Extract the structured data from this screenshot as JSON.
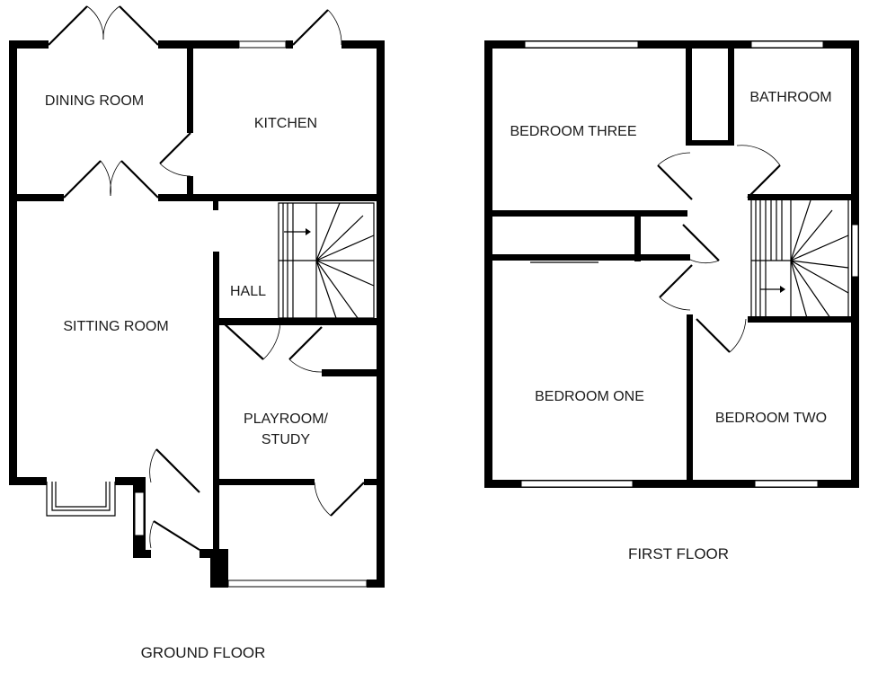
{
  "ground_floor": {
    "caption": "GROUND FLOOR",
    "rooms": {
      "dining_room": "DINING ROOM",
      "kitchen": "KITCHEN",
      "hall": "HALL",
      "sitting_room": "SITTING ROOM",
      "playroom_line1": "PLAYROOM/",
      "playroom_line2": "STUDY"
    }
  },
  "first_floor": {
    "caption": "FIRST FLOOR",
    "rooms": {
      "bedroom_three": "BEDROOM THREE",
      "bathroom": "BATHROOM",
      "bedroom_one": "BEDROOM ONE",
      "bedroom_two": "BEDROOM TWO"
    }
  },
  "colors": {
    "wall": "#000000",
    "background": "#ffffff",
    "text": "#1a1a1a"
  }
}
